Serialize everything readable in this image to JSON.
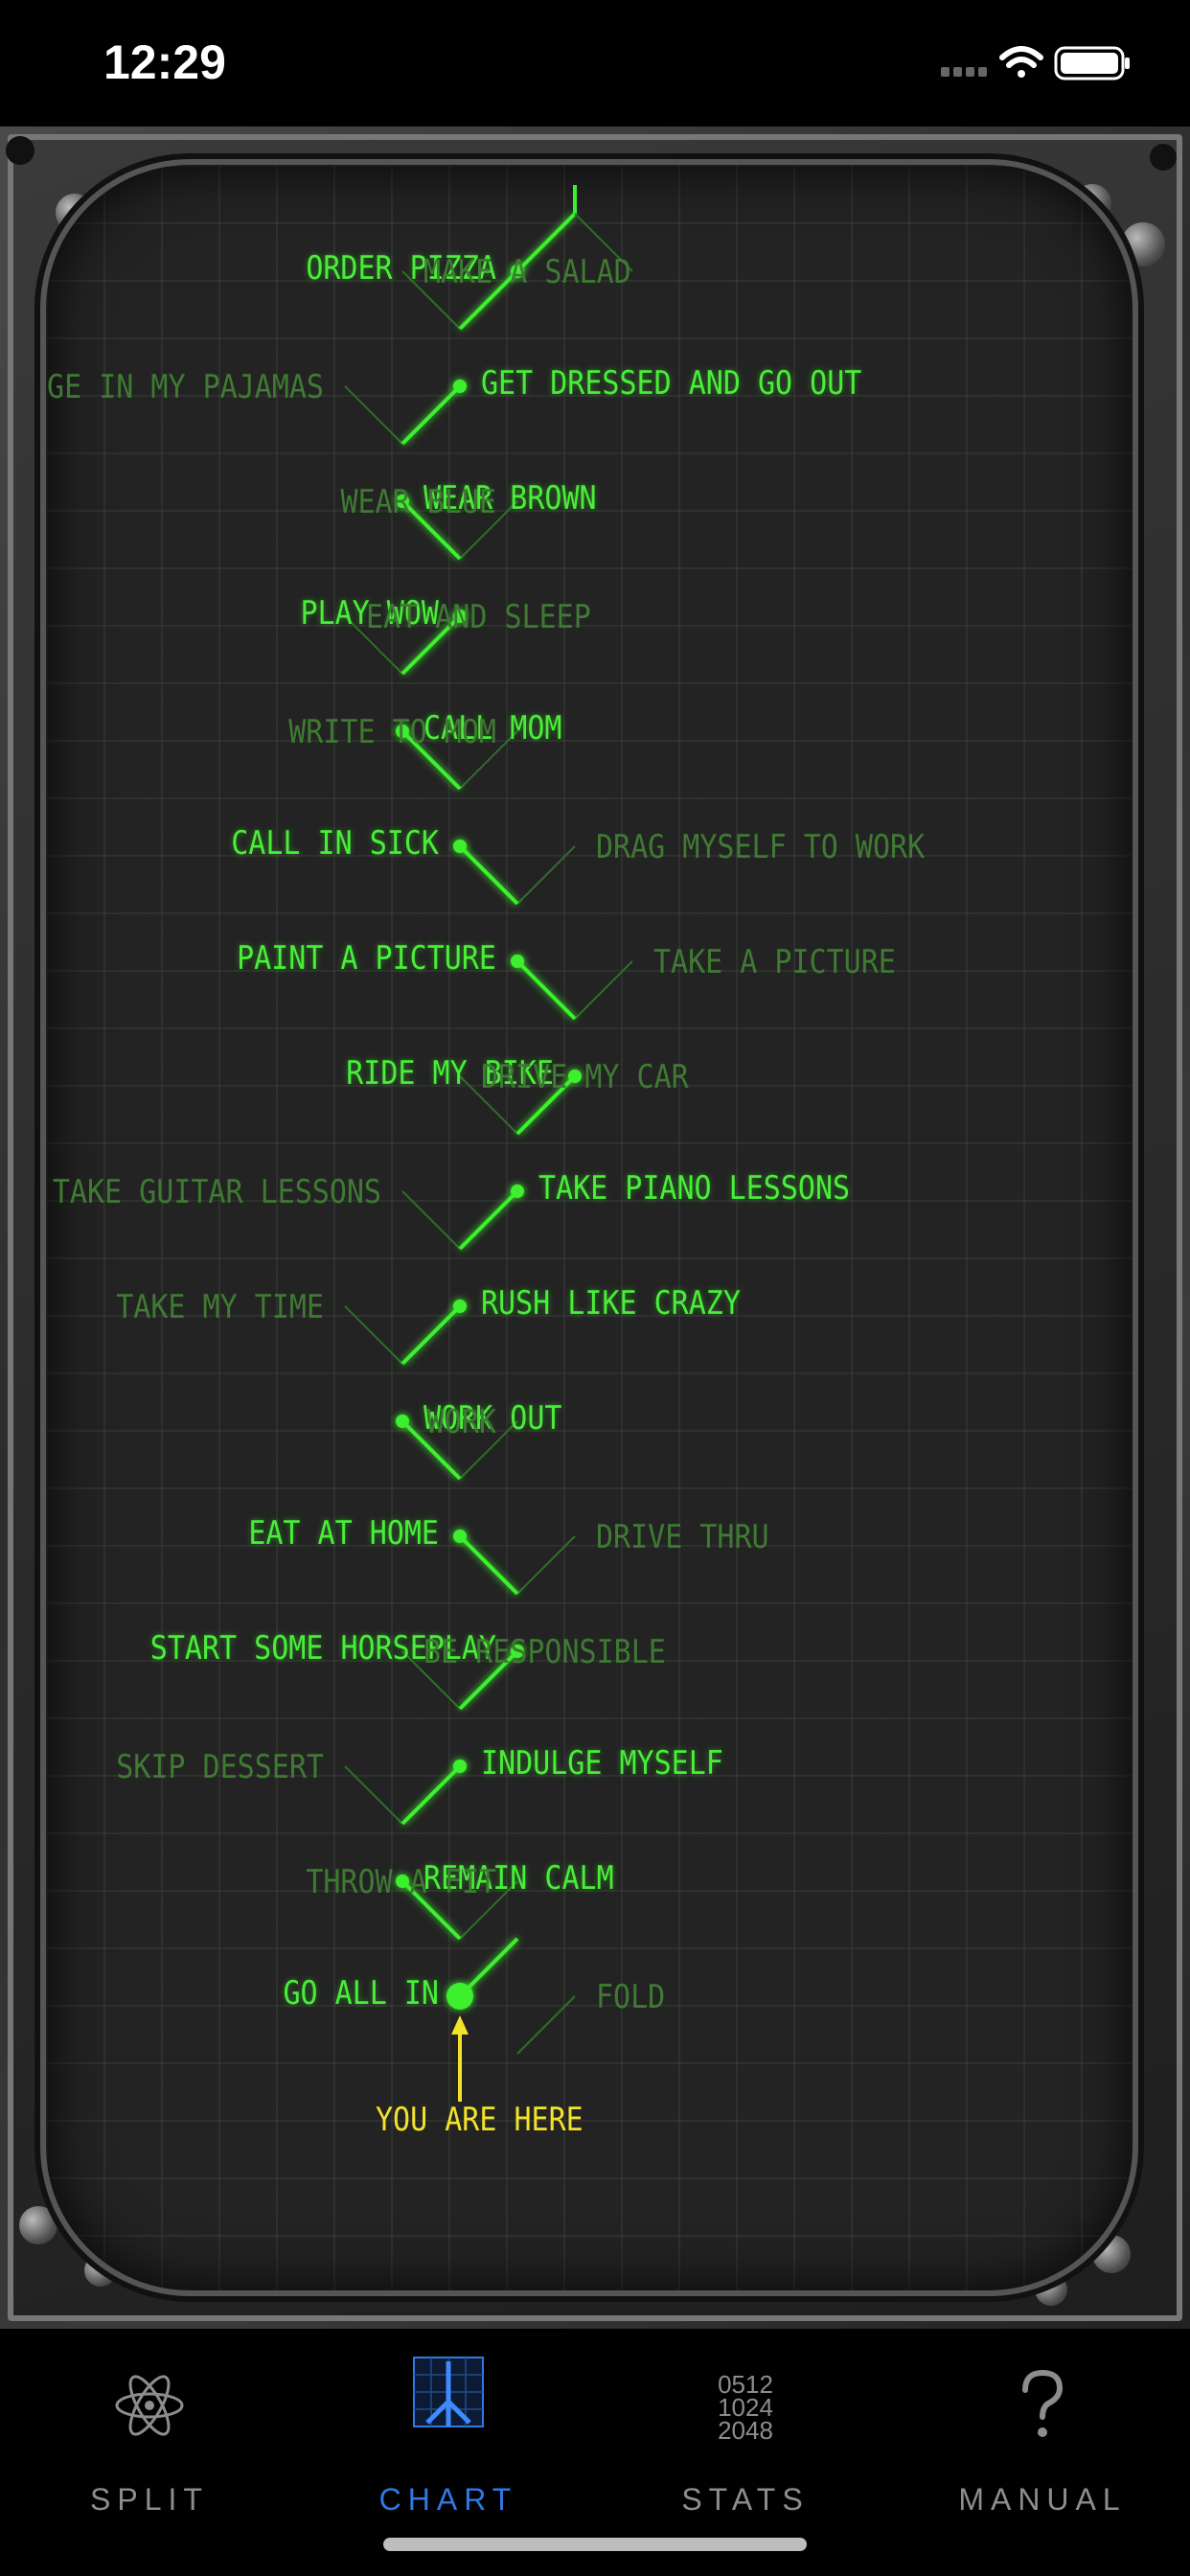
{
  "status": {
    "time": "12:29"
  },
  "chart": {
    "nodes": [
      {
        "selected": "ORDER PIZZA",
        "other": "MAKE A SALAD",
        "side": "left"
      },
      {
        "selected": "GET DRESSED AND GO OUT",
        "other": "LOUNGE IN MY PAJAMAS",
        "side": "right"
      },
      {
        "selected": "WEAR BROWN",
        "other": "WEAR BLUE",
        "side": "right"
      },
      {
        "selected": "PLAY WOW",
        "other": "EAT AND SLEEP",
        "side": "left"
      },
      {
        "selected": "CALL MOM",
        "other": "WRITE TO MOM",
        "side": "right"
      },
      {
        "selected": "CALL IN SICK",
        "other": "DRAG MYSELF TO WORK",
        "side": "left"
      },
      {
        "selected": "PAINT A PICTURE",
        "other": "TAKE A PICTURE",
        "side": "left"
      },
      {
        "selected": "RIDE MY BIKE",
        "other": "DRIVE MY CAR",
        "side": "left"
      },
      {
        "selected": "TAKE PIANO LESSONS",
        "other": "TAKE GUITAR LESSONS",
        "side": "right"
      },
      {
        "selected": "RUSH LIKE CRAZY",
        "other": "TAKE MY TIME",
        "side": "right"
      },
      {
        "selected": "WORK OUT",
        "other": "WORK",
        "side": "right"
      },
      {
        "selected": "EAT AT HOME",
        "other": "DRIVE THRU",
        "side": "left"
      },
      {
        "selected": "START SOME HORSEPLAY",
        "other": "BE RESPONSIBLE",
        "side": "left"
      },
      {
        "selected": "INDULGE MYSELF",
        "other": "SKIP DESSERT",
        "side": "right"
      },
      {
        "selected": "REMAIN CALM",
        "other": "THROW A FIT",
        "side": "right"
      },
      {
        "selected": "GO ALL IN",
        "other": "FOLD",
        "side": "left"
      }
    ],
    "you_are_here": "YOU ARE HERE",
    "colors": {
      "path": "#3cf02e",
      "branch": "#2f6e2a",
      "marker": "#f3e22a",
      "screen": "#232323"
    }
  },
  "tabs": [
    {
      "label": "SPLIT",
      "icon": "atom-icon",
      "active": false
    },
    {
      "label": "CHART",
      "icon": "chart-branch-icon",
      "active": true
    },
    {
      "label": "STATS",
      "icon": "binary-numbers-icon",
      "icon_text": [
        "0512",
        "1024",
        "2048"
      ],
      "active": false
    },
    {
      "label": "MANUAL",
      "icon": "question-mark-icon",
      "active": false
    }
  ]
}
